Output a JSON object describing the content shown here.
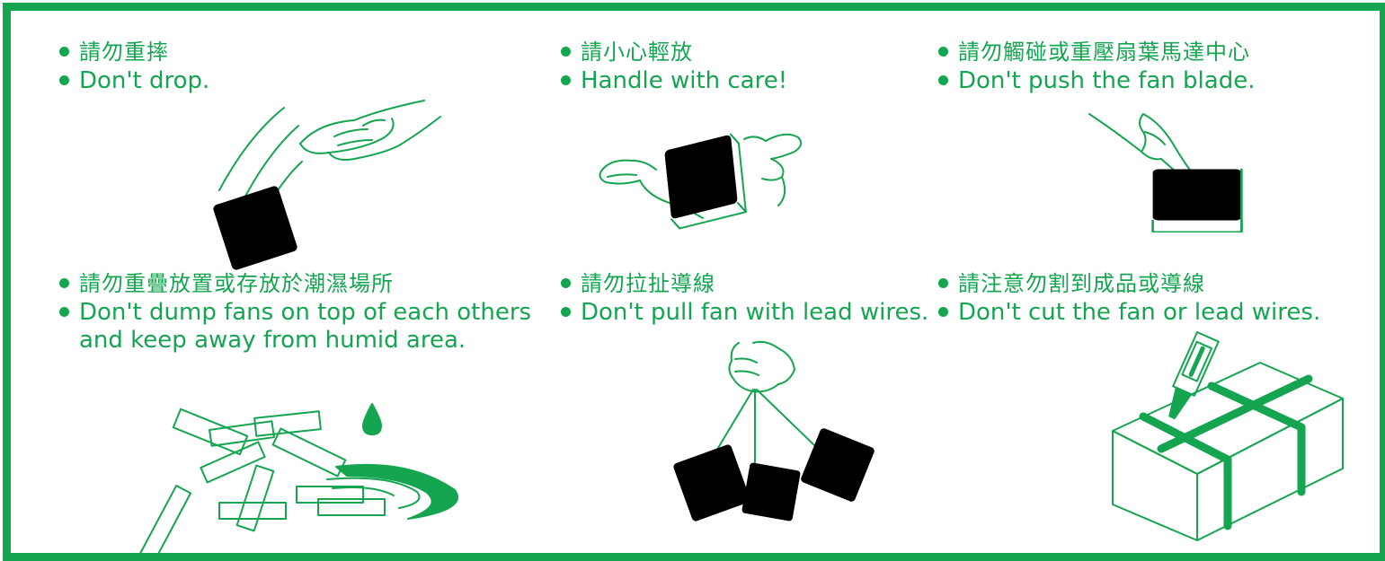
{
  "colors": {
    "brand_green": "#15a551",
    "background": "#ffffff"
  },
  "icons": [
    "cross-icon",
    "fan-icon",
    "hand-icon",
    "water-drop-icon",
    "box-icon",
    "cutter-knife-icon",
    "fist-icon"
  ],
  "panels": [
    {
      "zh": "請勿重摔",
      "en": "Don't drop."
    },
    {
      "zh": "請小心輕放",
      "en": "Handle with care!"
    },
    {
      "zh": "請勿觸碰或重壓扇葉馬達中心",
      "en": "Don't push the fan blade."
    },
    {
      "zh": "請勿重疊放置或存放於潮濕場所",
      "en": "Don't dump fans on top of each others",
      "en_cont": "and keep away from humid area."
    },
    {
      "zh": "請勿拉扯導線",
      "en": "Don't pull fan with lead wires."
    },
    {
      "zh": "請注意勿割到成品或導線",
      "en": "Don't cut the fan or lead wires."
    }
  ]
}
